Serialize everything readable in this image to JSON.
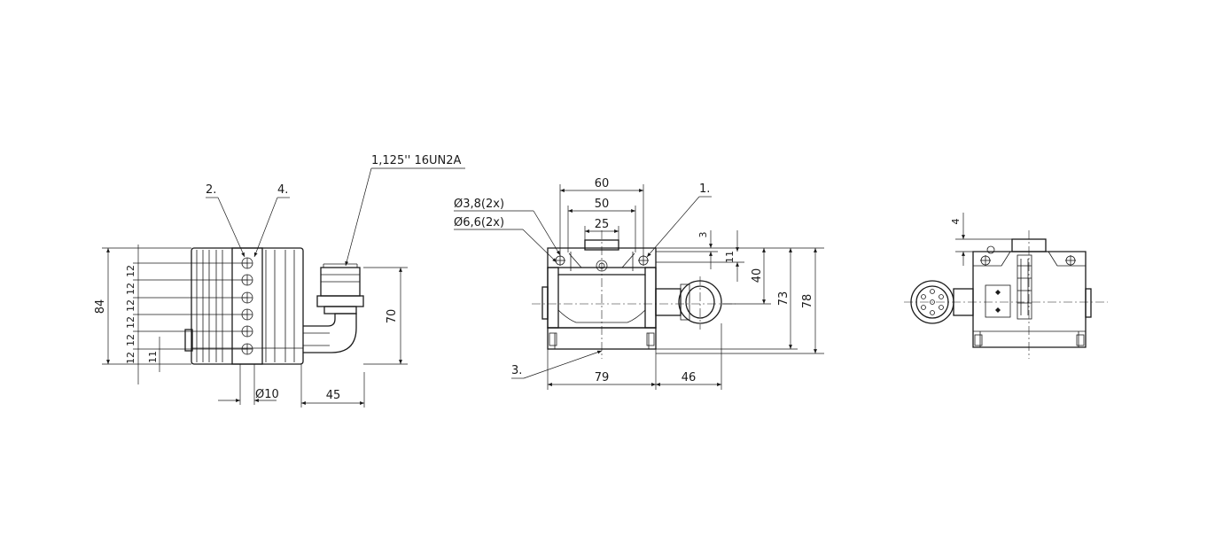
{
  "callouts": {
    "c1": "1.",
    "c2": "2.",
    "c3": "3.",
    "c4": "4.",
    "thread": "1,125'' 16UN2A",
    "hole_small": "Ø3,8(2x)",
    "hole_large": "Ø6,6(2x)"
  },
  "left_view": {
    "height_84": "84",
    "pitch": [
      "12",
      "12",
      "12",
      "12",
      "12",
      "12"
    ],
    "offset_11": "11",
    "dia_10": "Ø10",
    "width_45": "45",
    "height_70": "70"
  },
  "center_view": {
    "w60": "60",
    "w50": "50",
    "w25": "25",
    "h3": "3",
    "h11": "11",
    "h40": "40",
    "h73": "73",
    "h78": "78",
    "w79": "79",
    "w46": "46"
  },
  "right_view": {
    "h4": "4"
  }
}
